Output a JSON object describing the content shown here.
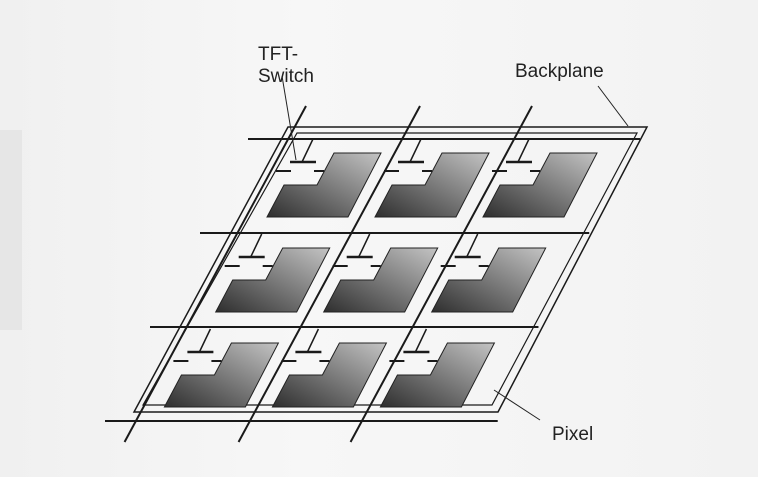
{
  "labels": {
    "tft_switch_line1": "TFT-",
    "tft_switch_line2": "Switch",
    "backplane": "Backplane",
    "pixel": "Pixel"
  },
  "grid": {
    "rows": 3,
    "columns": 3
  },
  "colors": {
    "pixel_dark": "#3a3a3a",
    "pixel_light": "#b8b8b8",
    "line": "#1a1a1a"
  }
}
